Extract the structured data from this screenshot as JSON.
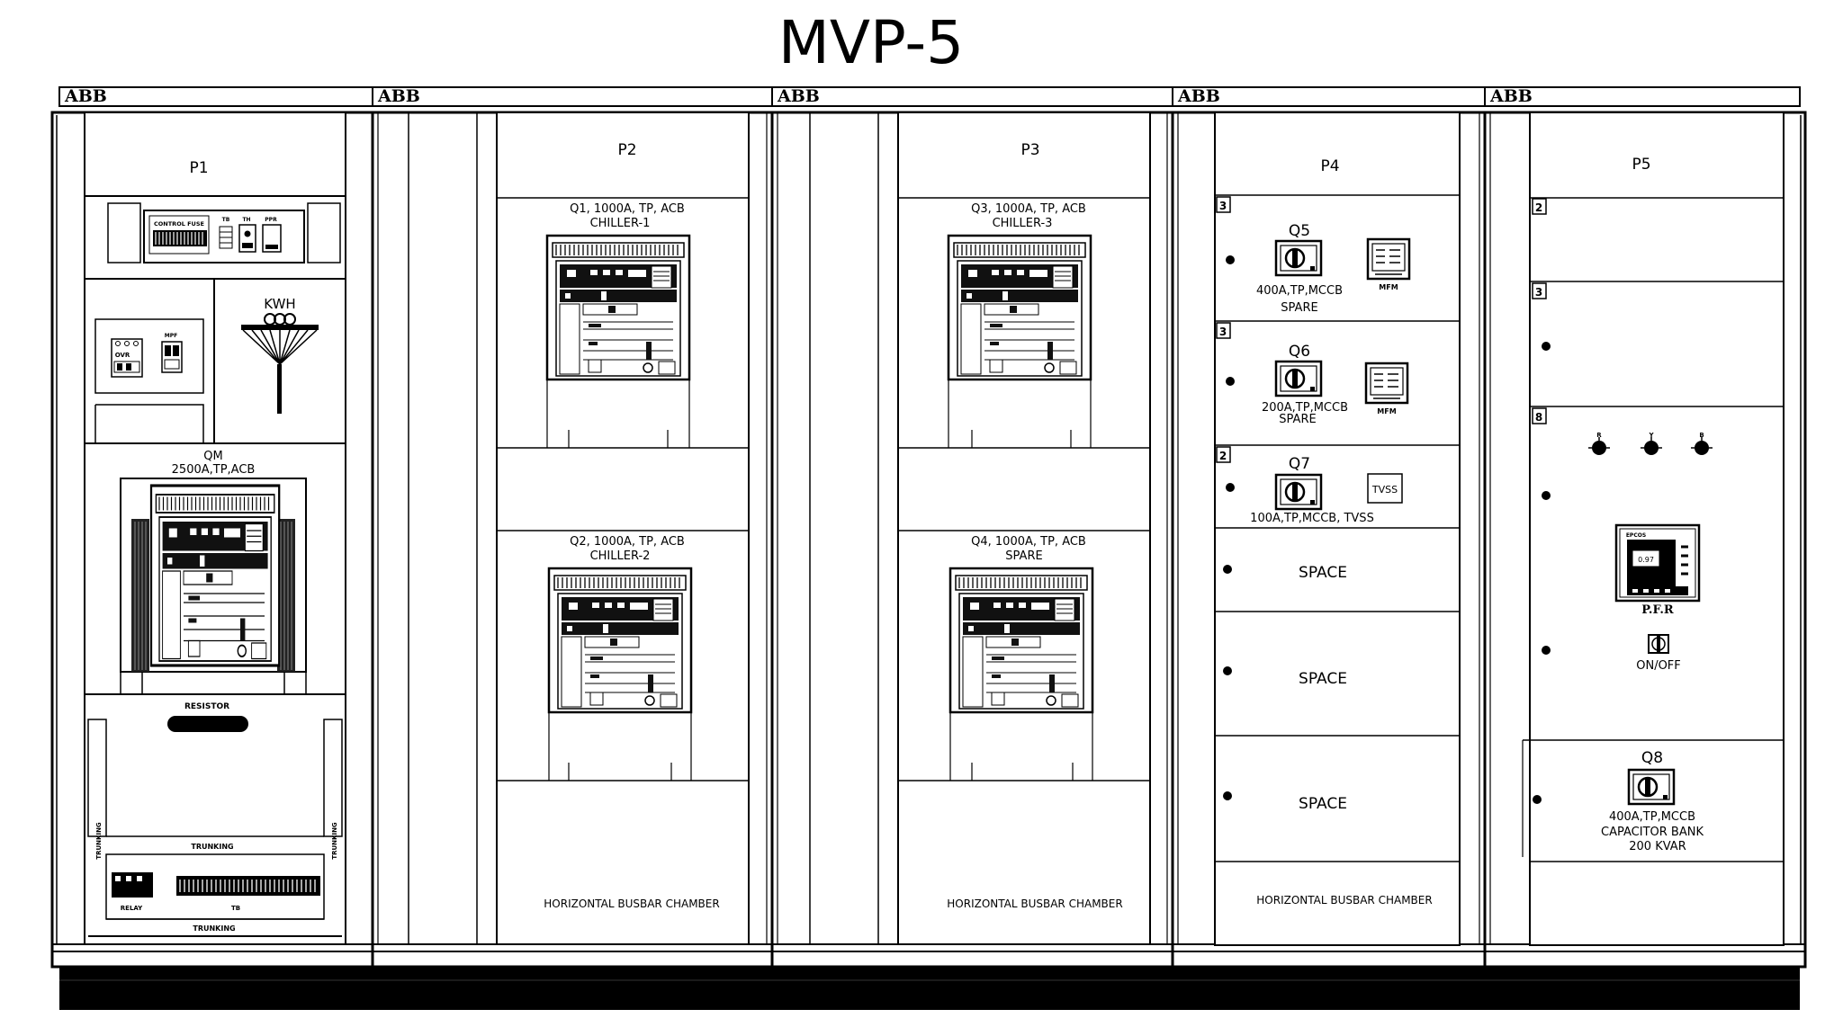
{
  "title": "MVP-5",
  "brand": "ABB",
  "panels": {
    "p1": {
      "name": "P1",
      "control_fuse": "CONTROL FUSE",
      "tb": "TB",
      "th": "TH",
      "ppr": "PPR",
      "ovr": "OVR",
      "kwh": "KWH",
      "mcb": "MPF",
      "qm_id": "QM",
      "qm_rating": "2500A,TP,ACB",
      "resistor": "RESISTOR",
      "trunking": "TRUNKING",
      "relay": "RELAY",
      "tb2": "TB"
    },
    "p2": {
      "name": "P2",
      "q1_line1": "Q1, 1000A, TP, ACB",
      "q1_line2": "CHILLER-1",
      "q2_line1": "Q2, 1000A, TP, ACB",
      "q2_line2": "CHILLER-2",
      "busbar": "HORIZONTAL BUSBAR CHAMBER"
    },
    "p3": {
      "name": "P3",
      "q3_line1": "Q3, 1000A, TP, ACB",
      "q3_line2": "CHILLER-3",
      "q4_line1": "Q4, 1000A, TP, ACB",
      "q4_line2": "SPARE",
      "busbar": "HORIZONTAL BUSBAR CHAMBER"
    },
    "p4": {
      "name": "P4",
      "q5_id": "Q5",
      "q5_rating": "400A,TP,MCCB",
      "q5_use": "SPARE",
      "q6_id": "Q6",
      "q6_rating": "200A,TP,MCCB",
      "q6_use": "SPARE",
      "q7_id": "Q7",
      "q7_rating": "100A,TP,MCCB, TVSS",
      "tvss": "TVSS",
      "mfm": "MFM",
      "row_nums": [
        "3",
        "3",
        "2"
      ],
      "space": "SPACE",
      "busbar": "HORIZONTAL BUSBAR CHAMBER"
    },
    "p5": {
      "name": "P5",
      "row_nums": [
        "2",
        "3",
        "8"
      ],
      "r": "R",
      "y": "Y",
      "b": "B",
      "pfr_label": "P.F.R",
      "pfr_brand": "EPCOS",
      "pfr_value": "0.97",
      "onoff": "ON/OFF",
      "q8_id": "Q8",
      "q8_rating": "400A,TP,MCCB",
      "q8_use": "CAPACITOR BANK",
      "q8_kvar": "200 KVAR"
    }
  }
}
